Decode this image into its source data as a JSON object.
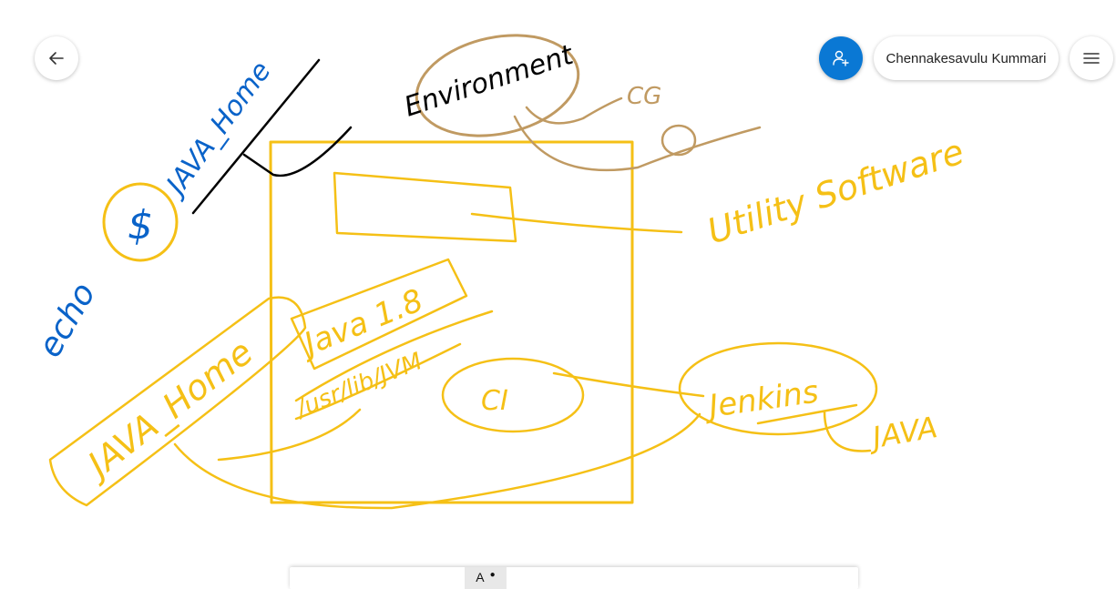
{
  "header": {
    "user_name": "Chennakesavulu Kummari",
    "back_icon": "arrow-left-icon",
    "invite_icon": "person-add-icon",
    "menu_icon": "hamburger-menu-icon",
    "accent_color": "#0a78d4"
  },
  "whiteboard": {
    "ink_colors": {
      "yellow": "#f5c016",
      "blue": "#0a63c9",
      "black": "#000000",
      "tan": "#c09a62"
    },
    "labels": {
      "environment": "Environment",
      "java_home_black": "JAVA_Home",
      "echo": "echo",
      "dollar": "$",
      "cg": "CG",
      "utility_software": "Utility Software",
      "java_home_yellow": "JAVA_Home",
      "java_version": "Java 1.8",
      "jvm_path": "/usr/lib/JVM",
      "ci": "CI",
      "jenkins": "Jenkins",
      "java": "JAVA"
    }
  },
  "toolbar": {
    "pen_tool_label": "A"
  }
}
